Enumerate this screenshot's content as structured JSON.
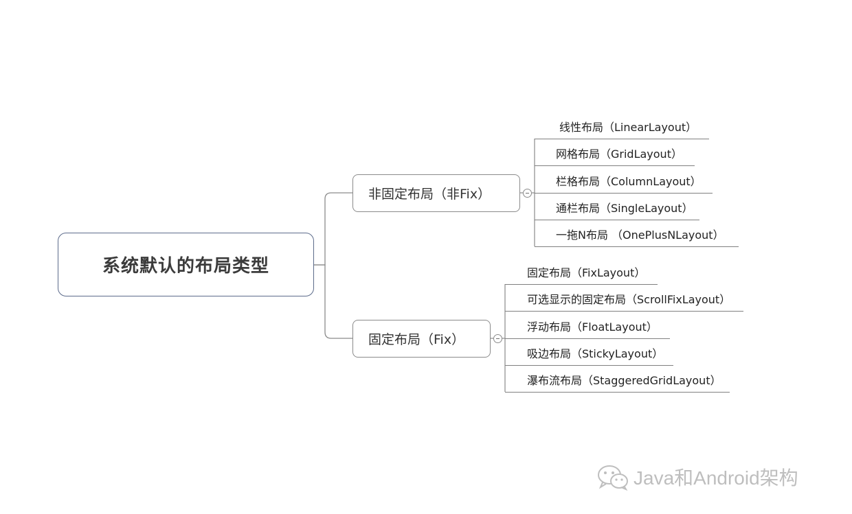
{
  "root": {
    "label": "系统默认的布局类型"
  },
  "branches": [
    {
      "label": "非固定布局（非Fix）",
      "children": [
        "线性布局（LinearLayout）",
        "网格布局（GridLayout）",
        "栏格布局（ColumnLayout）",
        "通栏布局（SingleLayout）",
        "一拖N布局 （OnePlusNLayout）"
      ]
    },
    {
      "label": "固定布局（Fix）",
      "children": [
        "固定布局（FixLayout）",
        "可选显示的固定布局（ScrollFixLayout）",
        "浮动布局（FloatLayout）",
        "吸边布局（StickyLayout）",
        "瀑布流布局（StaggeredGridLayout）"
      ]
    }
  ],
  "watermark": {
    "icon": "wechat-icon",
    "text": "Java和Android架构"
  },
  "colors": {
    "root_border": "#5b6a8a",
    "node_border": "#8a8a8a",
    "connector": "#8a8a8a",
    "text": "#333333"
  }
}
